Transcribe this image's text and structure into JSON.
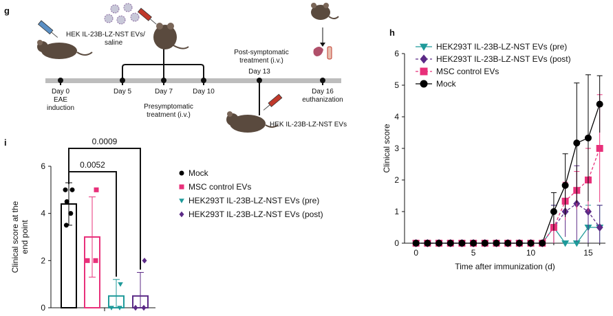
{
  "panel_g": {
    "letter": "g",
    "days": [
      {
        "label": "Day 0\nEAE\ninduction"
      },
      {
        "label": "Day 5"
      },
      {
        "label": "Day 7"
      },
      {
        "label": "Day 10"
      },
      {
        "label": "Day 13"
      },
      {
        "label": "Day 16\neuthanization"
      }
    ],
    "injection_label": "HEK IL-23B-LZ-NST EVs/\nsaline",
    "presymptomatic_label": "Presymptomatic\ntreatment (i.v.)",
    "postsymptomatic_label": "Post-symptomatic\ntreatment (i.v.)",
    "post_injection_label": "HEK IL-23B-LZ-NST EVs"
  },
  "colors": {
    "mock": "#000000",
    "msc": "#e8307a",
    "pre": "#1f9a9a",
    "post": "#5b2a86",
    "timeline": "#bdbdbd",
    "mouse": "#5a4a3e"
  },
  "chart_data": [
    {
      "panel": "h",
      "type": "line",
      "xlabel": "Time after immunization (d)",
      "ylabel": "Clinical score",
      "xlim": [
        -1,
        16.5
      ],
      "ylim": [
        0,
        6
      ],
      "xticks": [
        0,
        5,
        10,
        15
      ],
      "yticks": [
        0,
        1,
        2,
        3,
        4,
        5,
        6
      ],
      "legend_position": "top-left",
      "x": [
        0,
        1,
        2,
        3,
        4,
        5,
        6,
        7,
        8,
        9,
        10,
        11,
        12,
        13,
        14,
        15,
        16
      ],
      "series": [
        {
          "name": "HEK293T IL-23B-LZ-NST EVs (pre)",
          "marker": "triangle-down",
          "dash": "solid",
          "color_key": "pre",
          "values": [
            0,
            0,
            0,
            0,
            0,
            0,
            0,
            0,
            0,
            0,
            0,
            0,
            0.5,
            0,
            0,
            0.5,
            0.5
          ],
          "errors": [
            0,
            0,
            0,
            0,
            0,
            0,
            0,
            0,
            0,
            0,
            0,
            0,
            0.7,
            0,
            0,
            0.7,
            0.7
          ]
        },
        {
          "name": "HEK293T IL-23B-LZ-NST EVs (post)",
          "marker": "diamond",
          "dash": "dashed",
          "color_key": "post",
          "values": [
            0,
            0,
            0,
            0,
            0,
            0,
            0,
            0,
            0,
            0,
            0,
            0,
            0.5,
            1,
            1.25,
            1,
            0.5
          ],
          "errors": [
            0,
            0,
            0,
            0,
            0,
            0,
            0,
            0,
            0,
            0,
            0,
            0,
            0.7,
            0.8,
            1.2,
            1.0,
            0.7
          ]
        },
        {
          "name": "MSC control EVs",
          "marker": "square",
          "dash": "dashed",
          "color_key": "msc",
          "values": [
            0,
            0,
            0,
            0,
            0,
            0,
            0,
            0,
            0,
            0,
            0,
            0,
            0.5,
            1.33,
            1.67,
            2,
            3
          ],
          "errors": [
            0,
            0,
            0,
            0,
            0,
            0,
            0,
            0,
            0,
            0,
            0,
            0,
            0.5,
            0.6,
            0.6,
            1.0,
            1.7
          ]
        },
        {
          "name": "Mock",
          "marker": "circle",
          "dash": "solid",
          "color_key": "mock",
          "values": [
            0,
            0,
            0,
            0,
            0,
            0,
            0,
            0,
            0,
            0,
            0,
            0,
            1,
            1.83,
            3.17,
            3.33,
            4.4
          ],
          "errors": [
            0,
            0,
            0,
            0,
            0,
            0,
            0,
            0,
            0,
            0,
            0,
            0,
            0.6,
            1.0,
            1.9,
            2.0,
            0.9
          ]
        }
      ]
    },
    {
      "panel": "i",
      "type": "bar",
      "ylabel": "Clinical score at the\nend point",
      "ylim": [
        0,
        6
      ],
      "yticks": [
        0,
        2,
        4,
        6
      ],
      "legend_position": "right",
      "categories": [
        "Mock",
        "MSC control EVs",
        "HEK293T IL-23B-LZ-NST EVs (pre)",
        "HEK293T IL-23B-LZ-NST EVs (post)"
      ],
      "values": [
        4.4,
        3.0,
        0.5,
        0.5
      ],
      "errors": [
        0.9,
        1.7,
        0.7,
        1.0
      ],
      "points": [
        [
          5,
          5,
          4.5,
          4,
          3.5
        ],
        [
          5,
          2,
          2
        ],
        [
          1,
          0,
          0
        ],
        [
          2,
          0,
          0
        ]
      ],
      "markers": [
        "circle",
        "square",
        "triangle-down",
        "diamond"
      ],
      "color_keys": [
        "mock",
        "msc",
        "pre",
        "post"
      ],
      "significance": [
        {
          "from": 0,
          "to": 2,
          "label": "0.0052"
        },
        {
          "from": 0,
          "to": 3,
          "label": "0.0009"
        }
      ]
    }
  ]
}
